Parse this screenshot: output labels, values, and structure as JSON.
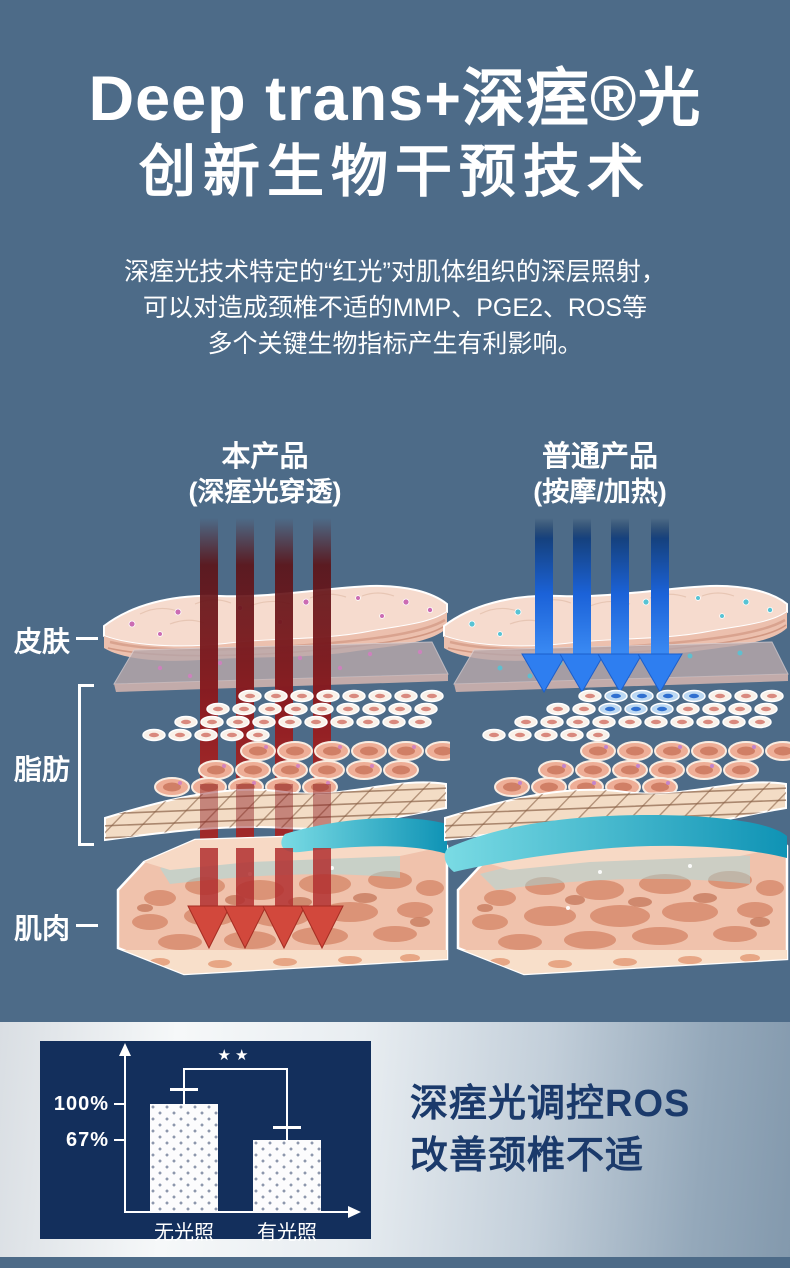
{
  "colors": {
    "page_bg": "#4d6b88",
    "red_light": "#c2403a",
    "blue_heat": "#2e7ef0",
    "navy_text": "#1b3a6b",
    "chart_panel_bg": "#132f5c"
  },
  "header": {
    "title_line1": "Deep trans+深痓®光",
    "title_line2": "创新生物干预技术",
    "desc_line1": "深痓光技术特定的“红光”对肌体组织的深层照射，",
    "desc_line2": "可以对造成颈椎不适的MMP、PGE2、ROS等",
    "desc_line3": "多个关键生物指标产生有利影响。"
  },
  "comparison": {
    "left_column": {
      "title": "本产品",
      "subtitle": "(深痓光穿透)"
    },
    "right_column": {
      "title": "普通产品",
      "subtitle": "(按摩/加热)"
    },
    "layer_labels": {
      "skin": "皮肤",
      "fat": "脂肪",
      "muscle": "肌肉"
    }
  },
  "result": {
    "headline_line1": "深痓光调控ROS",
    "headline_line2": "改善颈椎不适"
  },
  "chart_data": {
    "type": "bar",
    "title": "",
    "categories": [
      "无光照",
      "有光照"
    ],
    "values": [
      100,
      67
    ],
    "value_labels": [
      "100%",
      "67%"
    ],
    "unit": "%",
    "ylim": [
      0,
      130
    ],
    "significance_marker": "★★",
    "error_bars": true,
    "grid": false,
    "legend": "none",
    "bar_style": "white-dotted",
    "panel_bg": "#132f5c"
  }
}
